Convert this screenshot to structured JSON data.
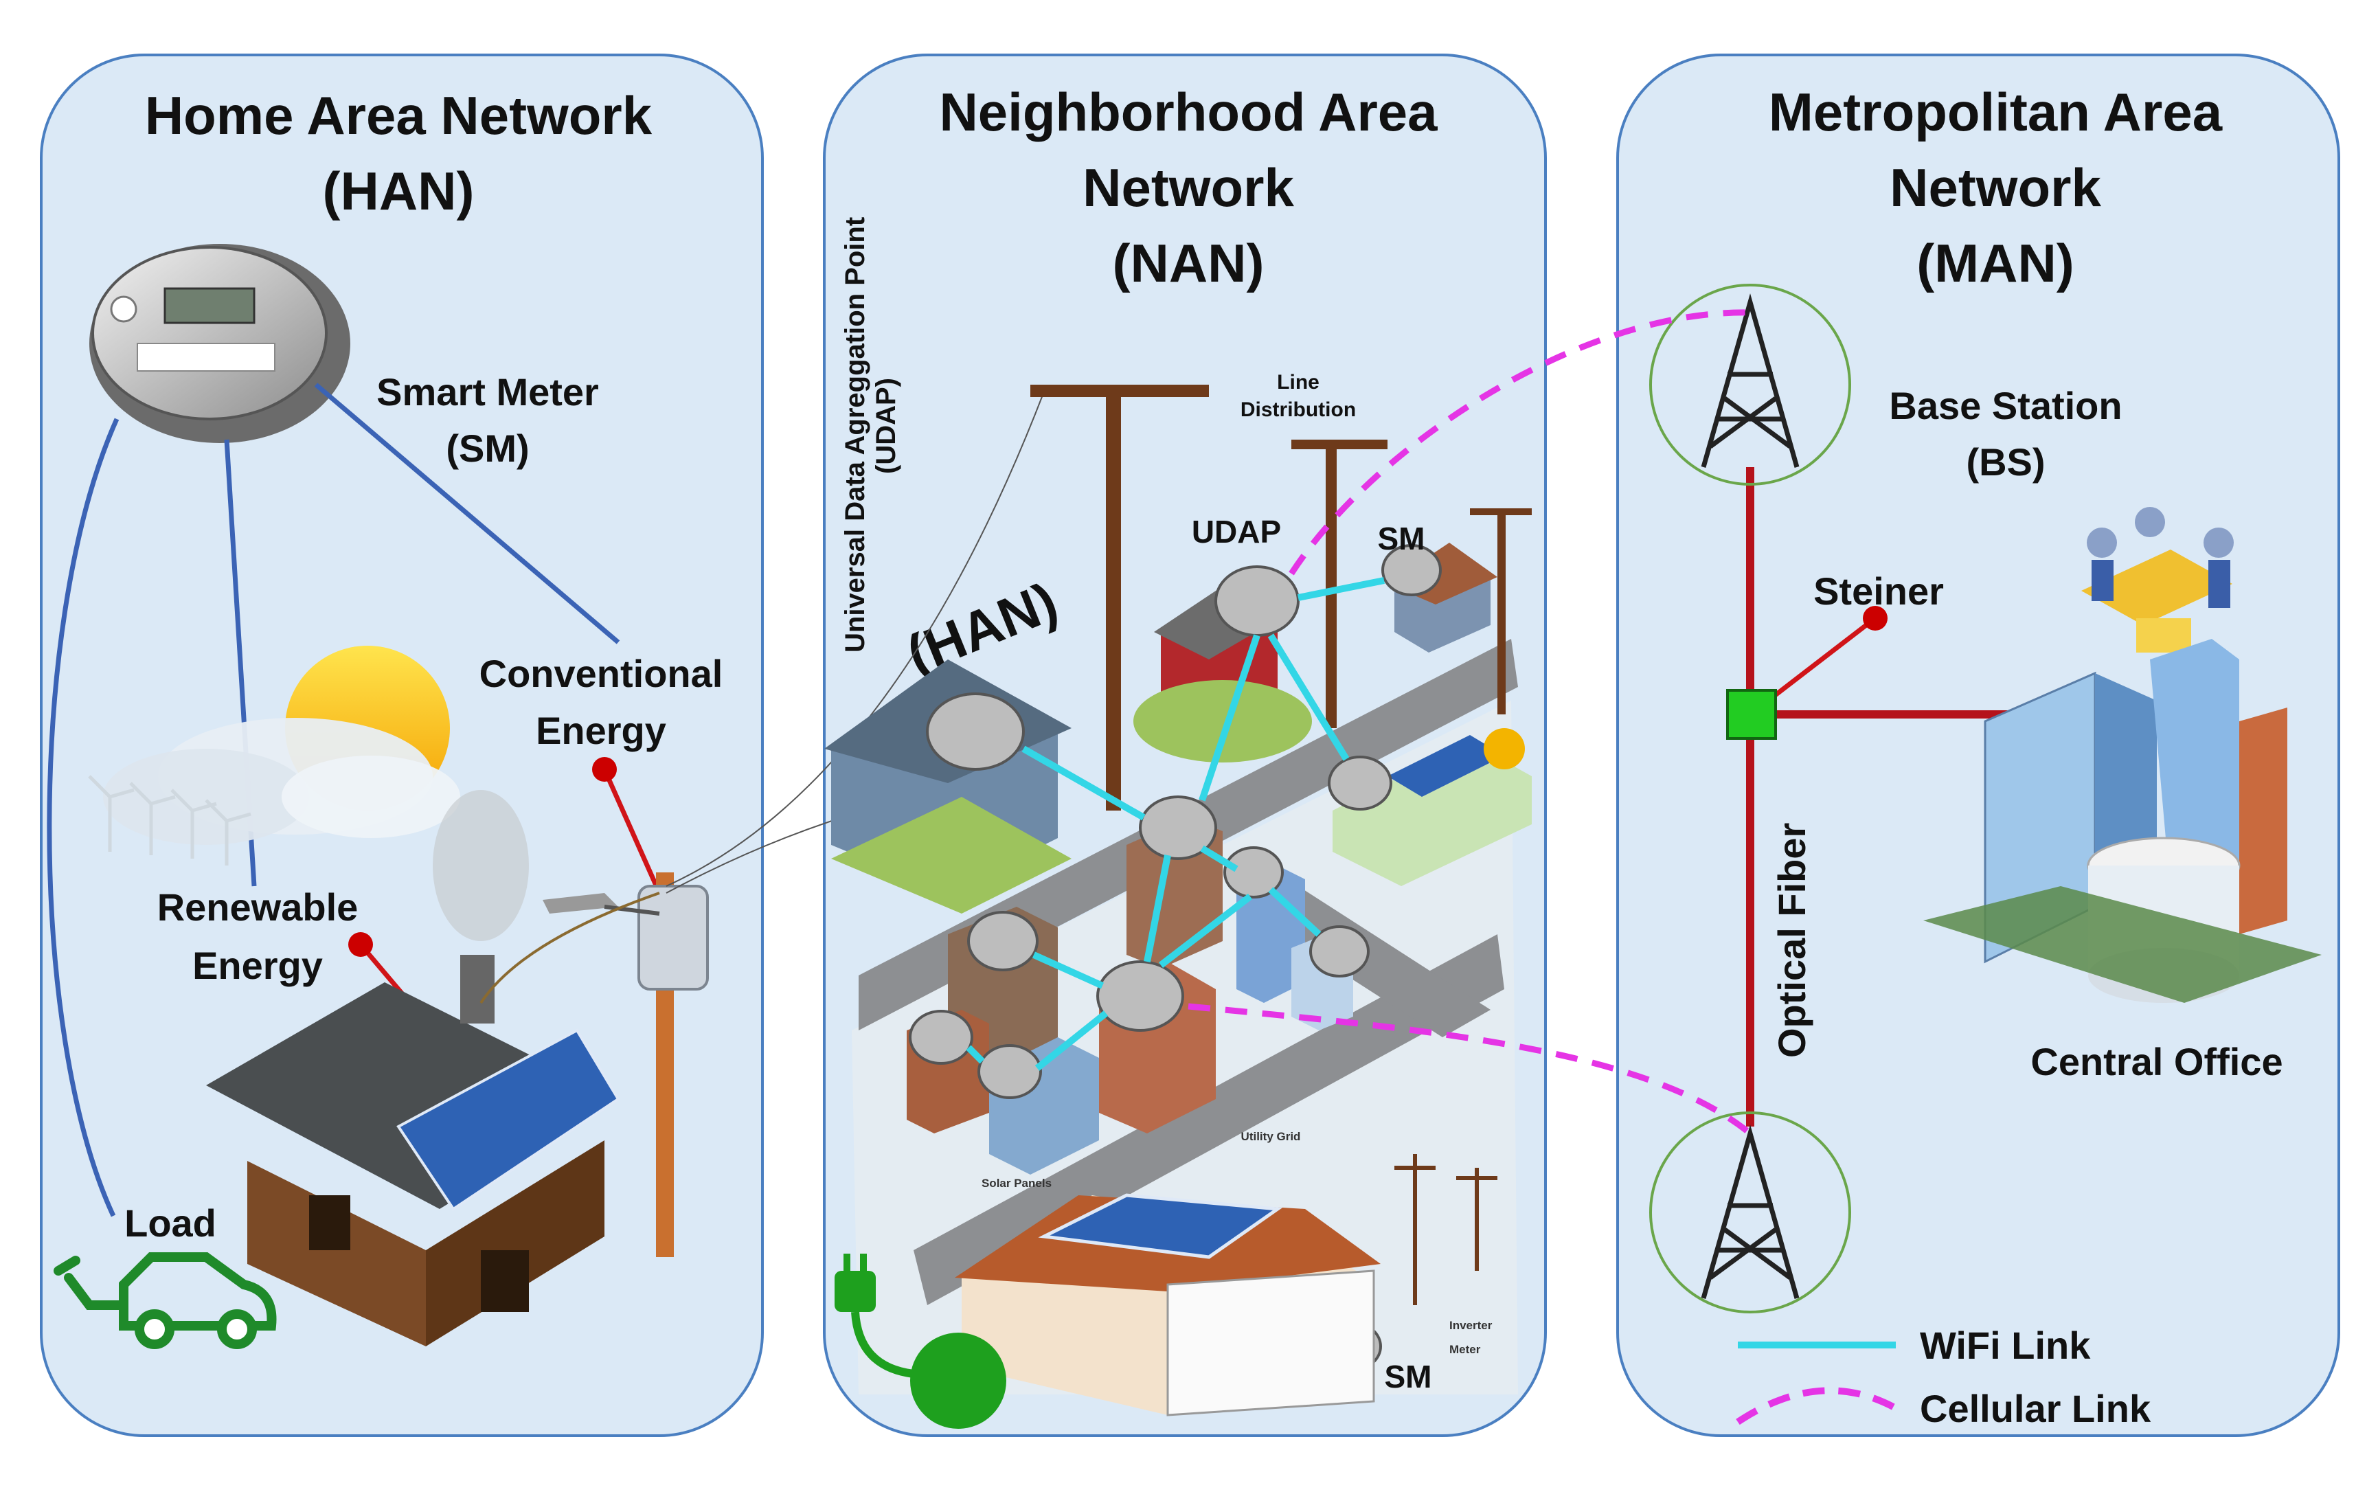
{
  "han": {
    "title_line1": "Home Area Network",
    "title_line2": "(HAN)",
    "smart_meter_line1": "Smart Meter",
    "smart_meter_line2": "(SM)",
    "conventional_line1": "Conventional",
    "conventional_line2": "Energy",
    "renewable_line1": "Renewable",
    "renewable_line2": "Energy",
    "load": "Load"
  },
  "nan": {
    "title_line1": "Neighborhood Area",
    "title_line2": "Network",
    "title_line3": "(NAN)",
    "udap_vertical_line1": "Universal Data Agreggation Point",
    "udap_vertical_line2": "(UDAP)",
    "han_tag": "(HAN)",
    "line_distribution_line1": "Line",
    "line_distribution_line2": "Distribution",
    "udap": "UDAP",
    "sm_top": "SM",
    "sm_bottom": "SM",
    "utility_grid": "Utility Grid",
    "solar_panels": "Solar Panels",
    "inverter": "Inverter",
    "meter": "Meter"
  },
  "man": {
    "title_line1": "Metropolitan Area",
    "title_line2": "Network",
    "title_line3": "(MAN)",
    "base_station_line1": "Base Station",
    "base_station_line2": "(BS)",
    "steiner": "Steiner",
    "optical_fiber": "Optical Fiber",
    "central_office": "Central Office"
  },
  "legend": {
    "wifi": "WiFi Link",
    "cellular": "Cellular Link"
  },
  "colors": {
    "panel_fill": "#dbe9f6",
    "panel_stroke": "#4a7fc1",
    "han_link": "#3b63b5",
    "red_link": "#d01418",
    "wifi_link": "#33d6e6",
    "cellular_link": "#e534e5",
    "fiber": "#b5121b",
    "steiner_node": "#22cc22"
  }
}
